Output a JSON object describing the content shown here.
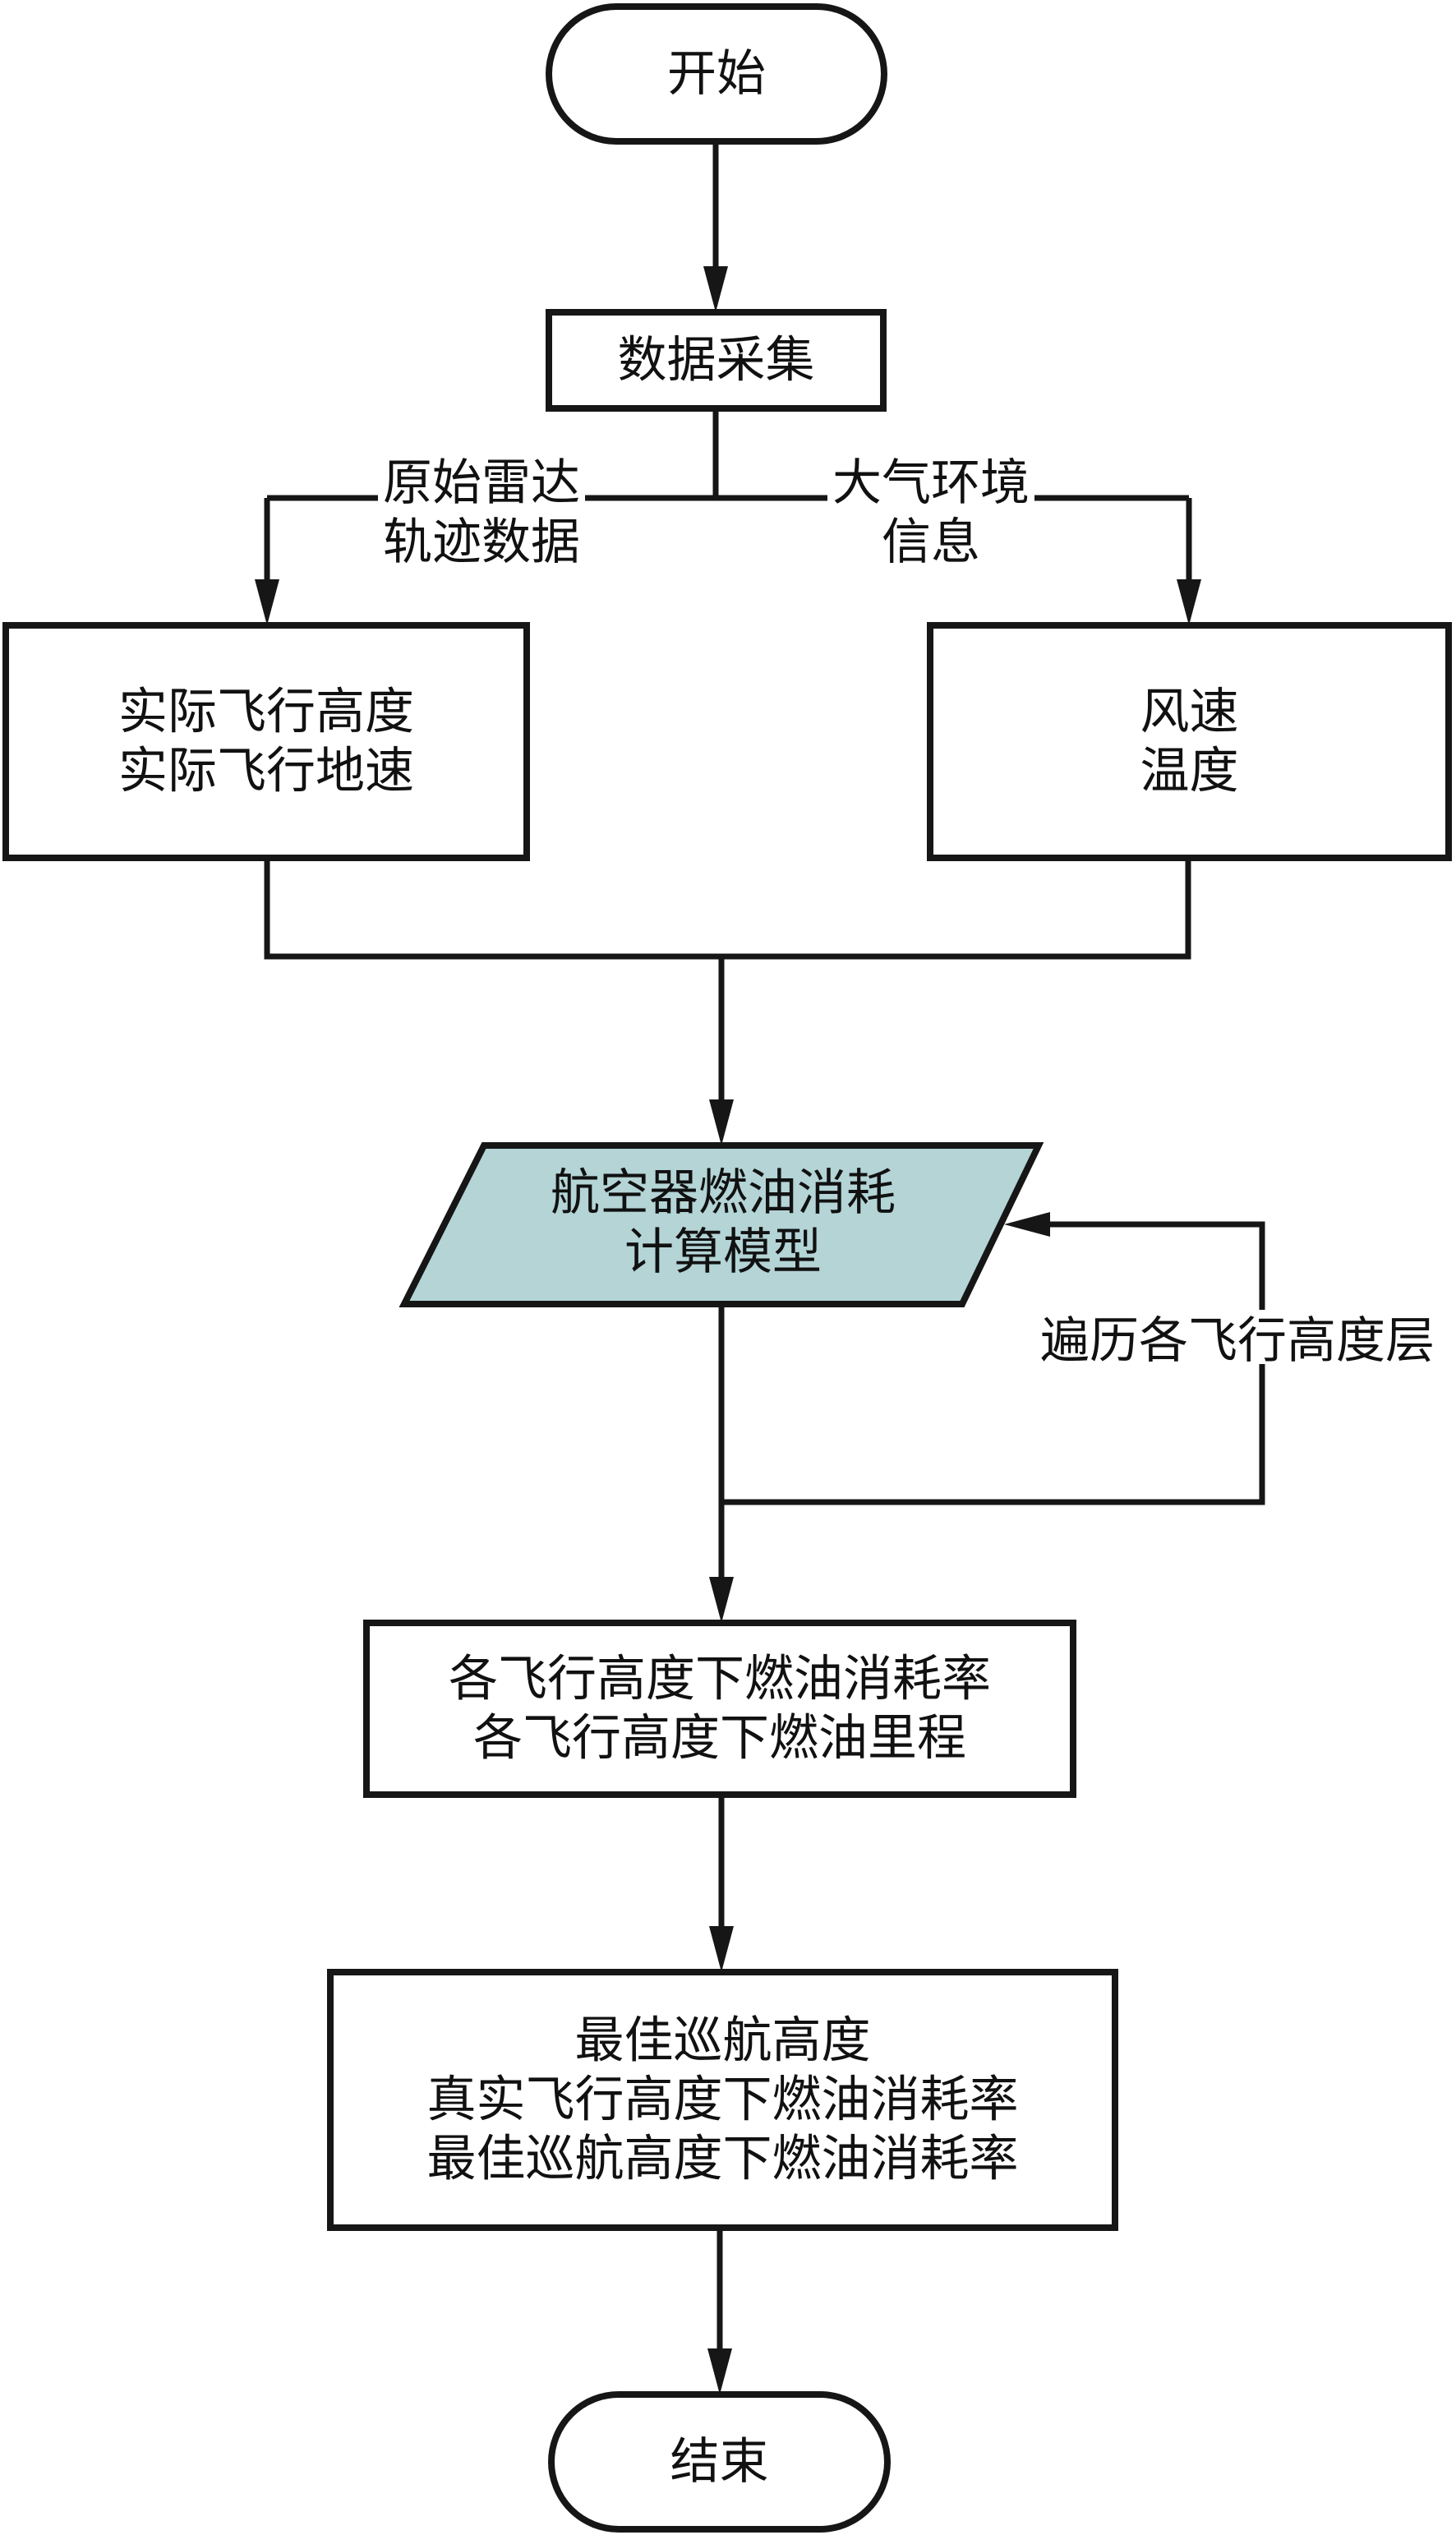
{
  "diagram": {
    "type": "flowchart",
    "colors": {
      "stroke": "#161616",
      "text": "#111111",
      "process_fill": "#ffffff",
      "io_fill": "#b4d4d6",
      "background": "#ffffff"
    },
    "nodes": [
      {
        "id": "start",
        "shape": "terminator",
        "lines": [
          "开始"
        ]
      },
      {
        "id": "collect",
        "shape": "process",
        "lines": [
          "数据采集"
        ]
      },
      {
        "id": "radar",
        "shape": "process",
        "lines": [
          "实际飞行高度",
          "实际飞行地速"
        ]
      },
      {
        "id": "weather",
        "shape": "process",
        "lines": [
          "风速",
          "温度"
        ]
      },
      {
        "id": "model",
        "shape": "io",
        "lines": [
          "航空器燃油消耗",
          "计算模型"
        ]
      },
      {
        "id": "per_level",
        "shape": "process",
        "lines": [
          "各飞行高度下燃油消耗率",
          "各飞行高度下燃油里程"
        ]
      },
      {
        "id": "result",
        "shape": "process",
        "lines": [
          "最佳巡航高度",
          "真实飞行高度下燃油消耗率",
          "最佳巡航高度下燃油消耗率"
        ]
      },
      {
        "id": "end",
        "shape": "terminator",
        "lines": [
          "结束"
        ]
      }
    ],
    "edges": [
      {
        "from": "start",
        "to": "collect"
      },
      {
        "from": "collect",
        "to": "radar",
        "label": [
          "原始雷达",
          "轨迹数据"
        ]
      },
      {
        "from": "collect",
        "to": "weather",
        "label": [
          "大气环境",
          "信息"
        ]
      },
      {
        "from": "radar",
        "to": "model",
        "merge": true
      },
      {
        "from": "weather",
        "to": "model",
        "merge": true
      },
      {
        "from": "model",
        "to": "model",
        "loop": true,
        "label": [
          "遍历各飞行高度层"
        ]
      },
      {
        "from": "model",
        "to": "per_level"
      },
      {
        "from": "per_level",
        "to": "result"
      },
      {
        "from": "result",
        "to": "end"
      }
    ]
  }
}
